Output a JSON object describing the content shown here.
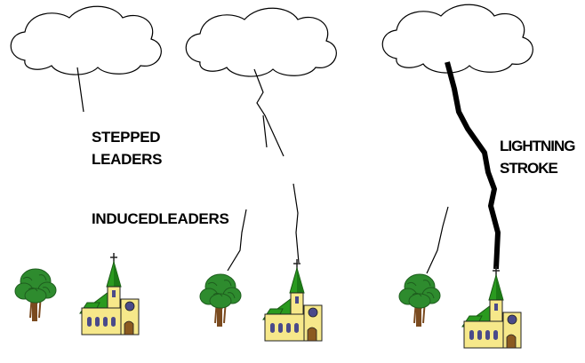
{
  "labels": {
    "stepped_line1": "STEPPED",
    "stepped_line2": "LEADERS",
    "induced": "INDUCEDLEADERS",
    "stroke_line1": "LIGHTNING",
    "stroke_line2": "STROKE"
  },
  "colors": {
    "background": "#ffffff",
    "cloud_outline": "#000000",
    "cloud_fill": "#ffffff",
    "leader_stroke": "#000000",
    "tree_foliage": "#2e8b2e",
    "tree_foliage_dark": "#1e5e1e",
    "tree_trunk": "#7a4a1f",
    "church_roof": "#2a9a1f",
    "church_wall": "#f6e88a",
    "church_window": "#4a4a8a",
    "church_door": "#8b5a20"
  },
  "icons": [
    "cloud-icon",
    "tree-icon",
    "church-icon",
    "cross-icon"
  ]
}
